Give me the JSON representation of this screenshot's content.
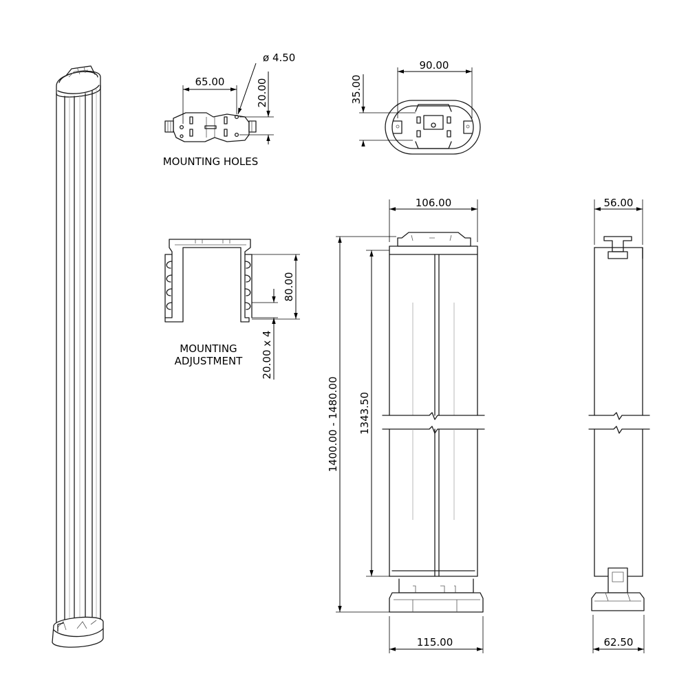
{
  "captions": {
    "mounting_holes": "MOUNTING HOLES",
    "mounting_adjustment_line1": "MOUNTING",
    "mounting_adjustment_line2": "ADJUSTMENT"
  },
  "dimensions": {
    "hole_diameter": "ø 4.50",
    "hole_spacing": "65.00",
    "hole_offset": "20.00",
    "cap_width": "90.00",
    "cap_depth": "35.00",
    "profile_width": "106.00",
    "profile_depth": "56.00",
    "adjustment_range": "80.00",
    "adjustment_step": "20.00 x 4",
    "overall_height": "1400.00 - 1480.00",
    "profile_length": "1343.50",
    "base_width": "115.00",
    "base_depth": "62.50"
  }
}
